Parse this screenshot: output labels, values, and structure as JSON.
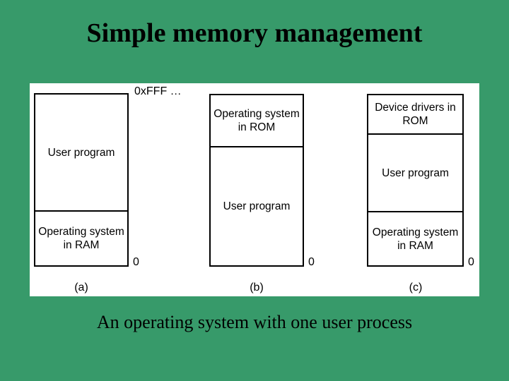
{
  "slide": {
    "title": "Simple memory management",
    "caption": "An operating system with one user process",
    "background_color": "#379a6a",
    "panel_color": "#ffffff",
    "text_color": "#000000"
  },
  "diagram": {
    "top_address_label": "0xFFF …",
    "columns": [
      {
        "caption": "(a)",
        "bottom_address_label": "0",
        "segments": [
          {
            "label": "User program"
          },
          {
            "label": "Operating system in RAM"
          }
        ]
      },
      {
        "caption": "(b)",
        "bottom_address_label": "0",
        "segments": [
          {
            "label": "Operating system in ROM"
          },
          {
            "label": "User program"
          }
        ]
      },
      {
        "caption": "(c)",
        "bottom_address_label": "0",
        "segments": [
          {
            "label": "Device drivers in ROM"
          },
          {
            "label": "User program"
          },
          {
            "label": "Operating system in RAM"
          }
        ]
      }
    ]
  }
}
